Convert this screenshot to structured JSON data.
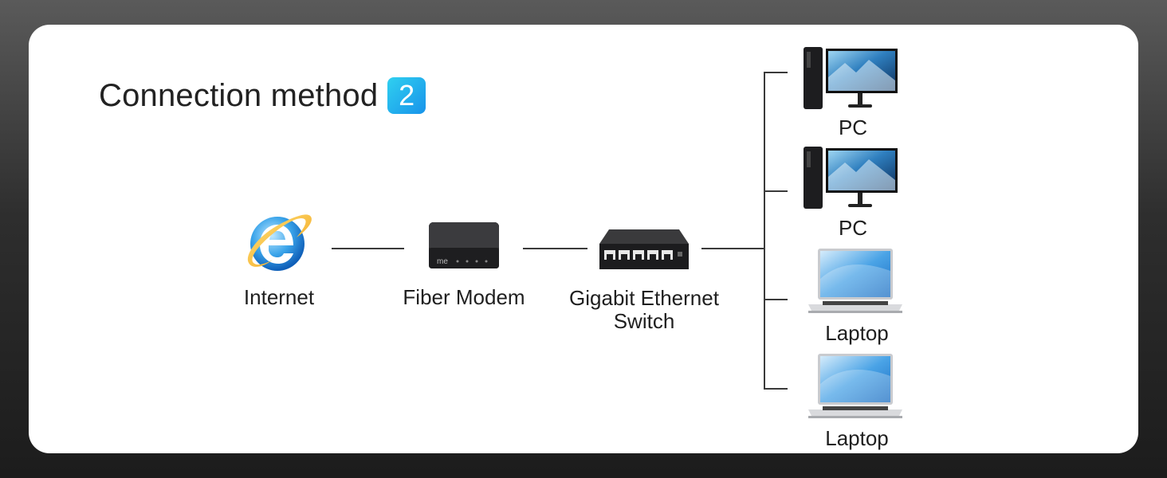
{
  "header": {
    "title": "Connection method",
    "badge_number": "2",
    "badge_color": "#1fb0ee"
  },
  "nodes": {
    "internet": {
      "label": "Internet",
      "icon": "internet-explorer-icon"
    },
    "modem": {
      "label": "Fiber Modem",
      "icon": "fiber-modem-icon"
    },
    "switch": {
      "label_line1": "Gigabit Ethernet",
      "label_line2": "Switch",
      "icon": "network-switch-icon"
    },
    "devices": [
      {
        "label": "PC",
        "icon": "desktop-pc-icon"
      },
      {
        "label": "PC",
        "icon": "desktop-pc-icon"
      },
      {
        "label": "Laptop",
        "icon": "laptop-icon"
      },
      {
        "label": "Laptop",
        "icon": "laptop-icon"
      }
    ]
  }
}
